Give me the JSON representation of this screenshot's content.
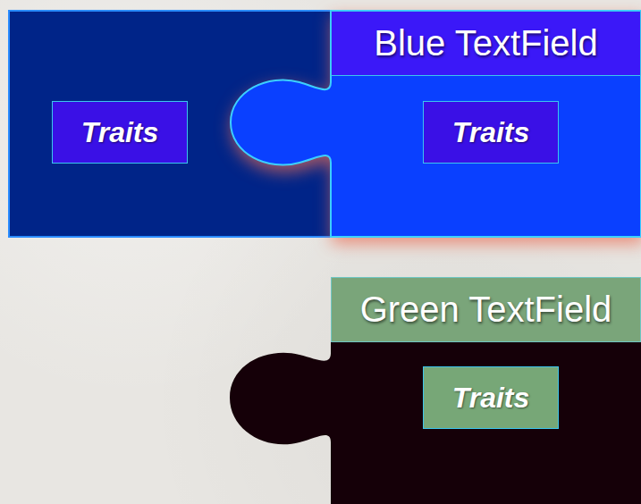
{
  "diagram": {
    "nodes": [
      {
        "text": [
          "Traits"
        ]
      },
      {
        "text": [
          "Blue TextField"
        ]
      },
      {
        "text": [
          "Traits"
        ],
        "in": 1
      },
      {
        "text": [
          "Green TextField"
        ]
      },
      {
        "text": [
          "Traits"
        ],
        "in": 3
      }
    ]
  }
}
